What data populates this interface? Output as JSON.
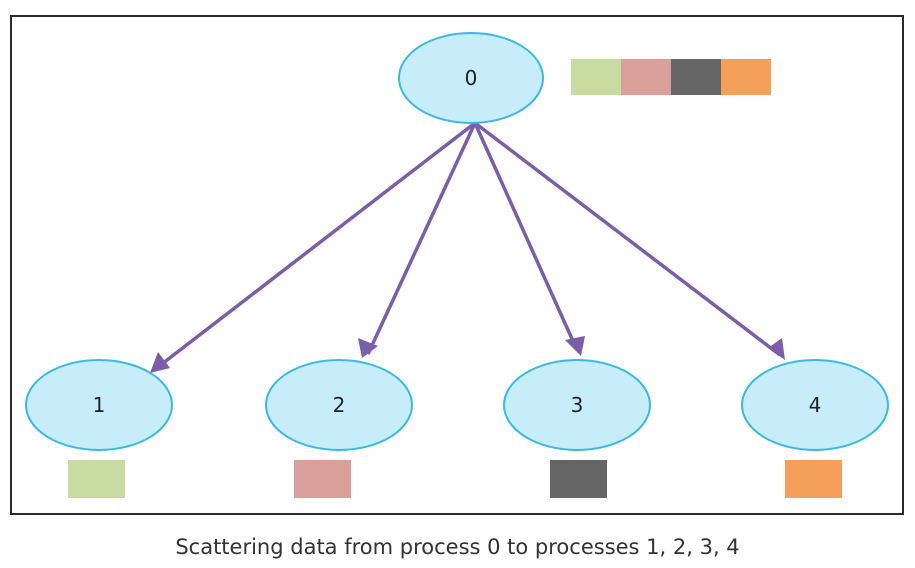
{
  "diagram": {
    "root": {
      "label": "0"
    },
    "children": [
      {
        "label": "1"
      },
      {
        "label": "2"
      },
      {
        "label": "3"
      },
      {
        "label": "4"
      }
    ],
    "blocks": [
      {
        "color": "#c8dba0"
      },
      {
        "color": "#d9a09a"
      },
      {
        "color": "#666666"
      },
      {
        "color": "#f5a05a"
      }
    ],
    "node_fill": "#c7ecfa",
    "node_stroke": "#39b9e6",
    "arrow_color": "#7b5ea7"
  },
  "caption": "Scattering data from process 0 to processes 1, 2, 3, 4"
}
